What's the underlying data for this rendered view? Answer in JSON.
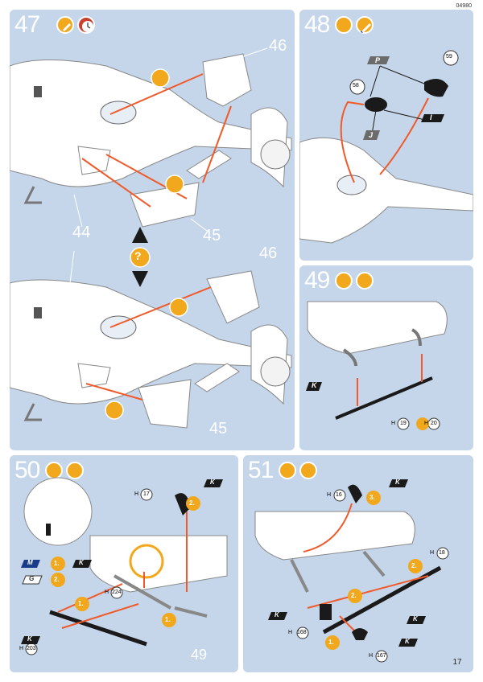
{
  "doc_code": "04980",
  "page_number": "17",
  "steps": {
    "s47": {
      "number": "47",
      "parts": [
        "46",
        "45",
        "44",
        "46",
        "45"
      ],
      "question": "?"
    },
    "s48": {
      "number": "48",
      "parts": [
        "58",
        "59"
      ],
      "paints": [
        "P",
        "J",
        "I"
      ]
    },
    "s49": {
      "number": "49",
      "paint": "K",
      "h_parts": [
        "H",
        "19",
        "H",
        "20"
      ]
    },
    "s50": {
      "number": "50",
      "order": [
        "1.",
        "2.",
        "2.",
        "1.",
        "1."
      ],
      "paints": [
        "M",
        "G",
        "K",
        "K",
        "K"
      ],
      "h_parts": [
        "H",
        "17",
        "H",
        "224",
        "H",
        "203"
      ],
      "ref": "49"
    },
    "s51": {
      "number": "51",
      "order": [
        "3.",
        "2.",
        "2.",
        "1."
      ],
      "paints": [
        "K",
        "K",
        "K",
        "K"
      ],
      "h_parts": [
        "H",
        "16",
        "H",
        "18",
        "H",
        "168",
        "H",
        "167"
      ]
    }
  },
  "colors": {
    "panel": "#c5d6ea",
    "badge": "#f2a81d",
    "arrow": "#f05a2a",
    "paint_chip": "#1a1a1a"
  }
}
